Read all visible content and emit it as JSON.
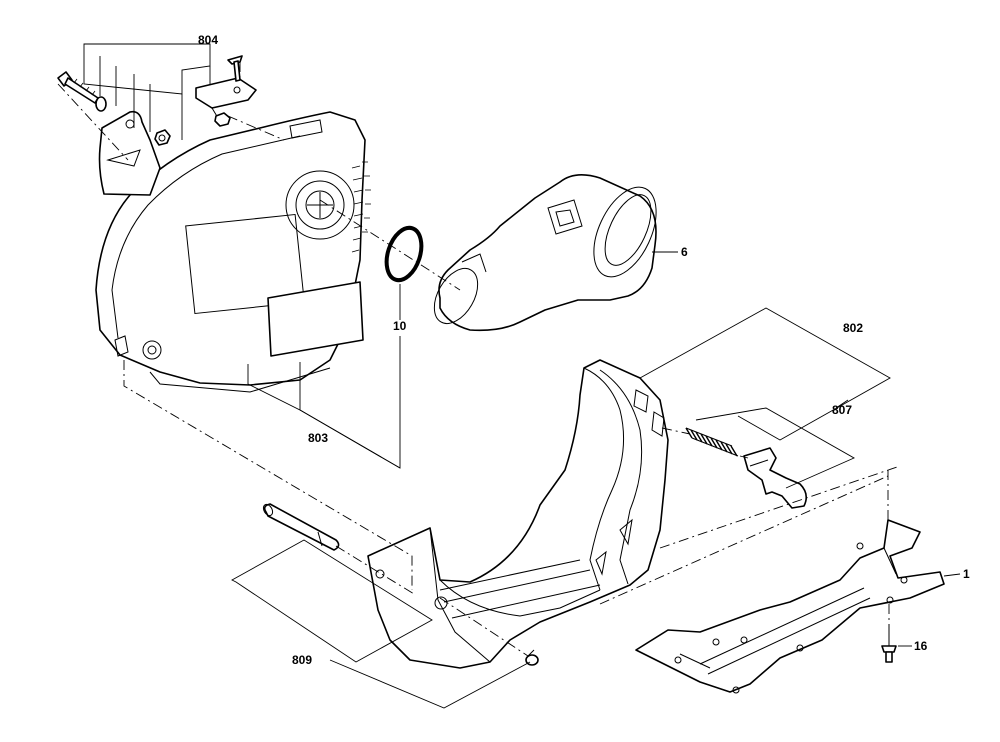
{
  "callouts": {
    "c804": "804",
    "c6": "6",
    "c10": "10",
    "c803": "803",
    "c802": "802",
    "c807": "807",
    "c1": "1",
    "c16": "16",
    "c809": "809"
  }
}
